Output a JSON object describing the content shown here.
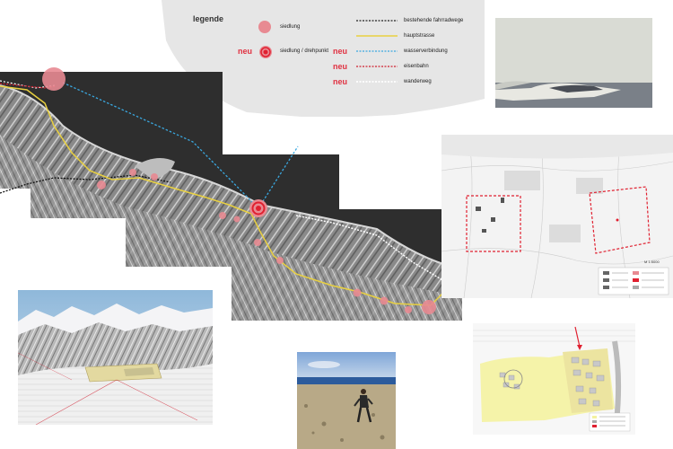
{
  "legend": {
    "title": "legende",
    "new_label": "neu",
    "items": [
      {
        "label": "siedlung"
      },
      {
        "label": "siedlung / drehpunkt"
      },
      {
        "label": "bestehende fahrradwege"
      },
      {
        "label": "hauptstrasse"
      },
      {
        "label": "wasserverbindung"
      },
      {
        "label": "eisenbahn"
      },
      {
        "label": "wanderweg"
      }
    ]
  },
  "colors": {
    "settlement": "#e88a92",
    "pivot": "#e02030",
    "road": "#e8d040",
    "water": "#3aa8e0",
    "rail": "#d02030",
    "bike": "#222222",
    "hiking": "#ffffff"
  },
  "site_plan": {
    "scale_label": "M 1:5000"
  }
}
